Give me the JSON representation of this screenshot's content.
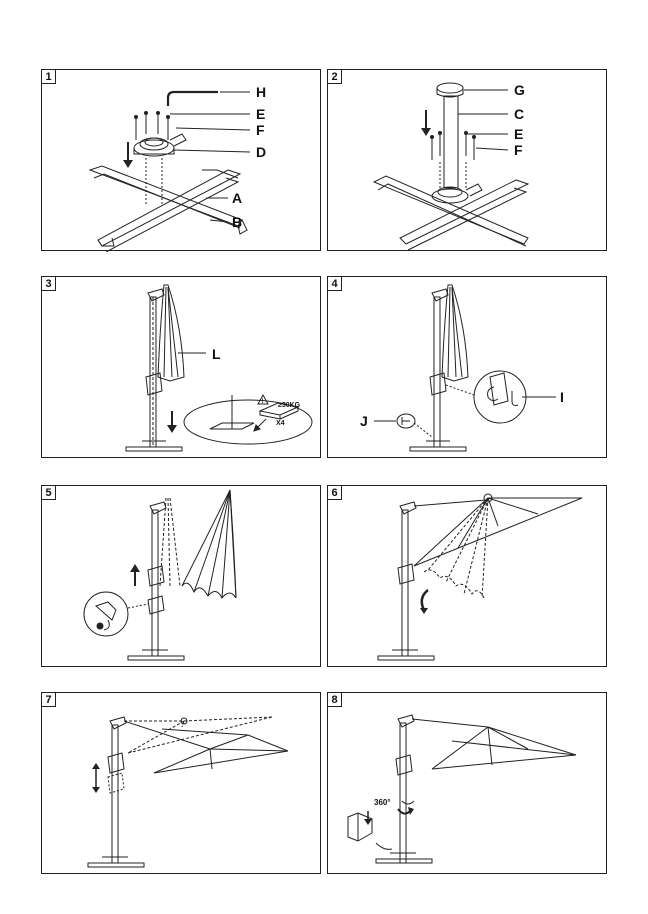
{
  "panels": [
    {
      "number": "1",
      "labels": {
        "H": "H",
        "E": "E",
        "F": "F",
        "D": "D",
        "A": "A",
        "B": "B"
      }
    },
    {
      "number": "2",
      "labels": {
        "G": "G",
        "C": "C",
        "E": "E",
        "F": "F"
      }
    },
    {
      "number": "3",
      "labels": {
        "L": "L"
      },
      "weight_note": "≥30KG",
      "count_note": "X4"
    },
    {
      "number": "4",
      "labels": {
        "I": "I",
        "J": "J"
      }
    },
    {
      "number": "5",
      "labels": {}
    },
    {
      "number": "6",
      "labels": {}
    },
    {
      "number": "7",
      "labels": {}
    },
    {
      "number": "8",
      "labels": {},
      "rotation_note": "360°"
    }
  ],
  "icons": [
    "arrow-down-icon",
    "arrow-up-icon",
    "warning-icon",
    "rotate-icon",
    "double-arrow-icon"
  ]
}
